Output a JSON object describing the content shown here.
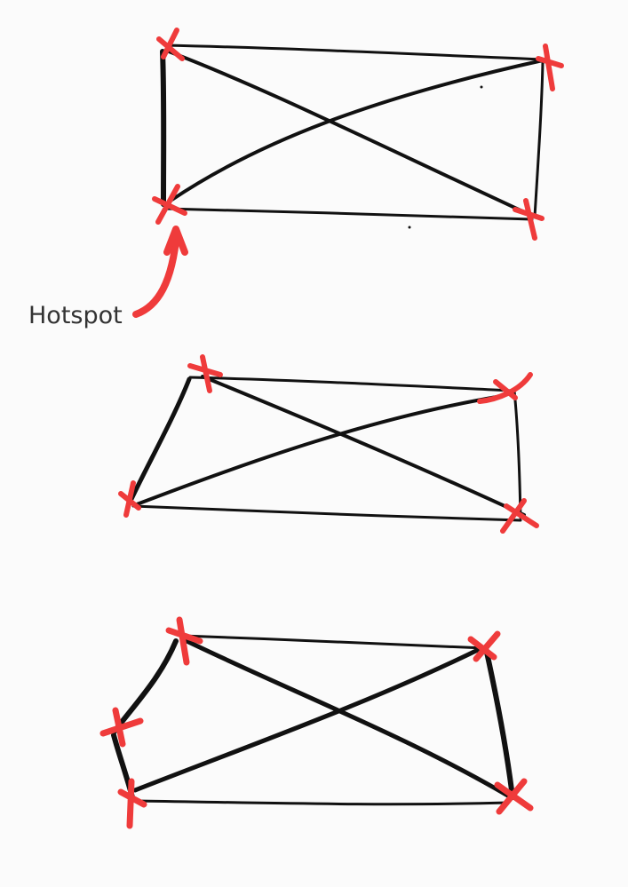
{
  "annotation": {
    "label": "Hotspot"
  },
  "colors": {
    "background": "#fbfbfb",
    "outline": "#111111",
    "marker": "#ef3b3b",
    "label_text": "#333333"
  },
  "icons": {
    "corner_marker": "x-mark-icon",
    "pointer": "curved-arrow-icon"
  },
  "figures": [
    {
      "name": "rectangle",
      "corner_marker_count": 4,
      "has_diagonals": true
    },
    {
      "name": "trapezoid",
      "corner_marker_count": 4,
      "has_diagonals": true
    },
    {
      "name": "pentagon",
      "corner_marker_count": 5,
      "has_diagonals": true
    }
  ]
}
